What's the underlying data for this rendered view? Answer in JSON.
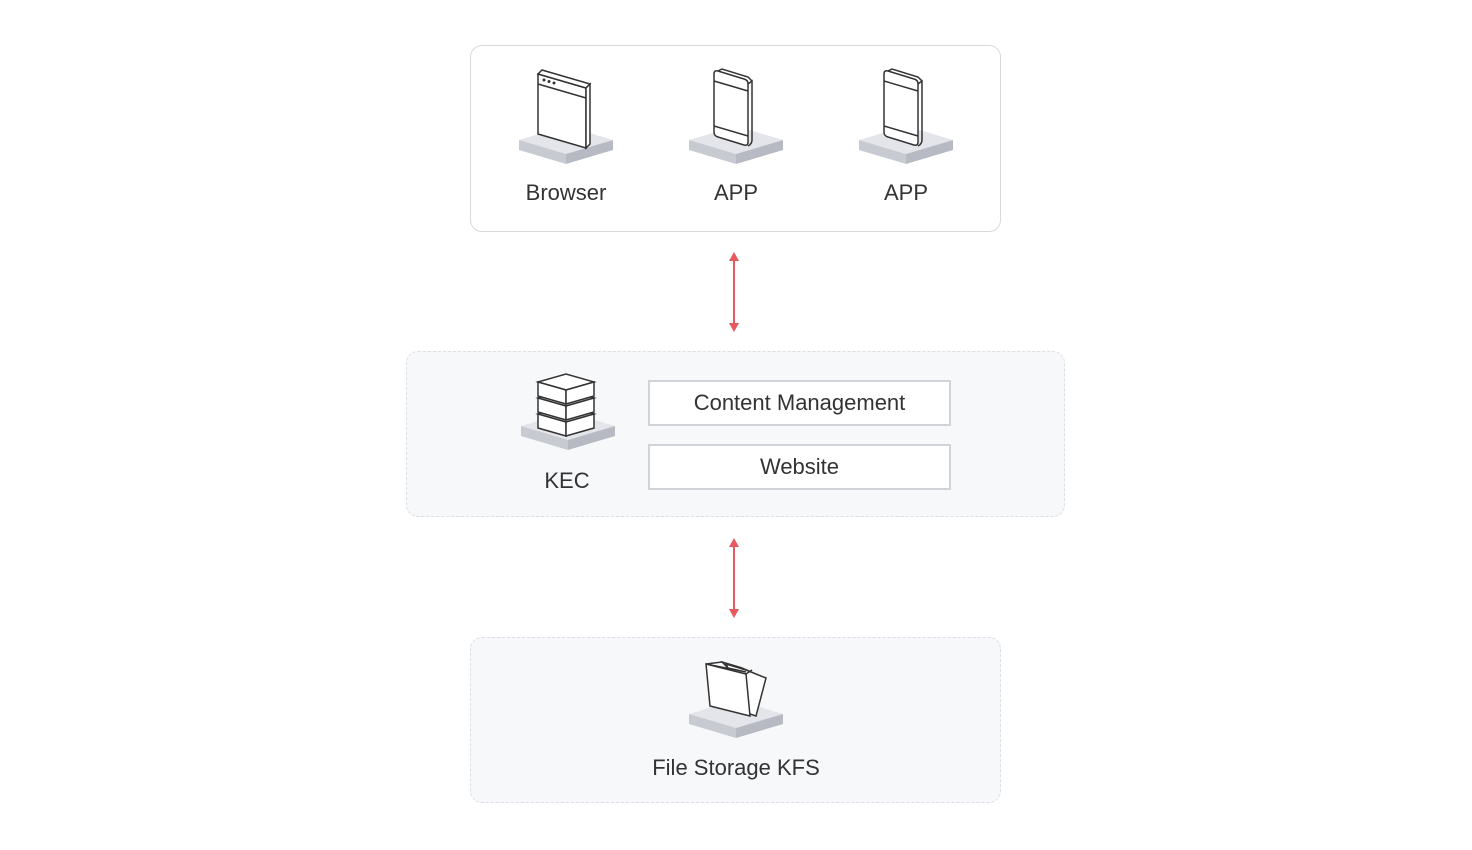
{
  "clients": {
    "items": [
      {
        "label": "Browser",
        "icon": "browser-icon"
      },
      {
        "label": "APP",
        "icon": "mobile-phone-icon"
      },
      {
        "label": "APP",
        "icon": "mobile-phone-icon"
      }
    ]
  },
  "compute": {
    "label": "KEC",
    "icon": "server-stack-icon",
    "services": [
      "Content Management",
      "Website"
    ]
  },
  "storage": {
    "label": "File Storage KFS",
    "icon": "folder-icon"
  },
  "colors": {
    "arrow": "#e85a5f",
    "panel_border": "#d9d9d9",
    "panel_fill": "#f7f8fa",
    "icon_stroke": "#333333",
    "platform_top": "#e4e5ea",
    "platform_side": "#c8cad1"
  }
}
